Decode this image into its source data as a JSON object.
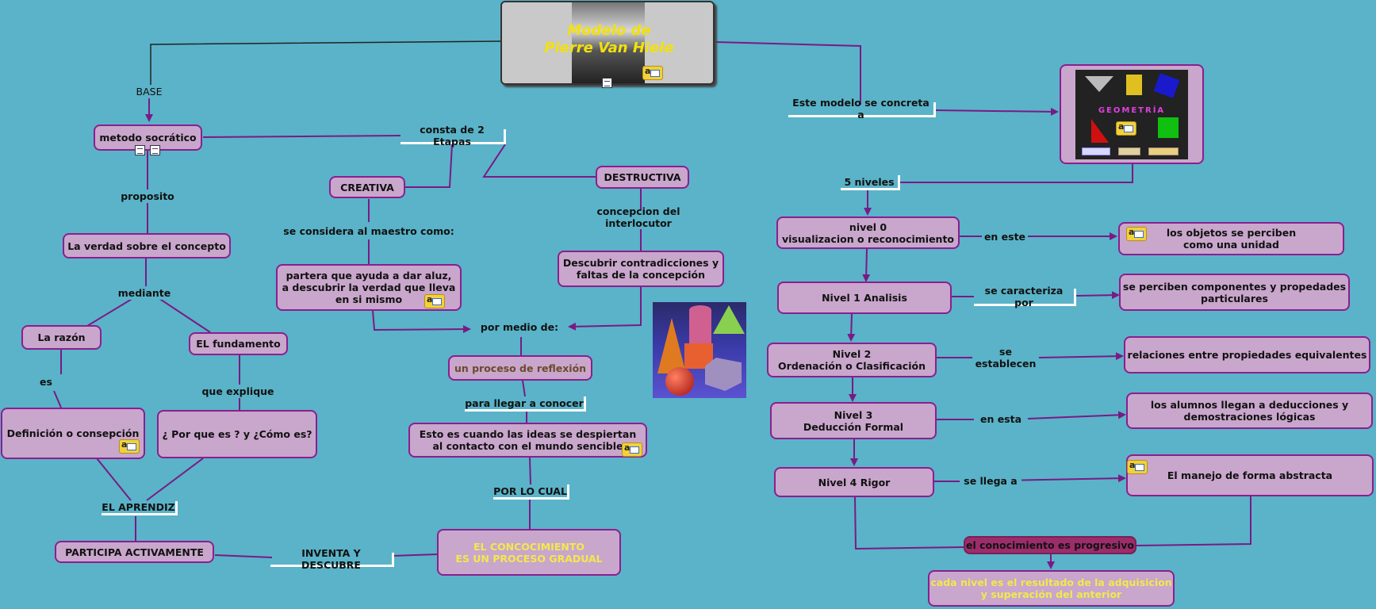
{
  "title": {
    "line1": "Modelo de",
    "line2": "Pierre Van Hiele"
  },
  "geometry_image": {
    "title": "GEOMETRÍA",
    "buttons": [
      "",
      "",
      ""
    ]
  },
  "colors": {
    "background": "#5ab3c8",
    "node_fill": "#c9a6cc",
    "node_border": "#8a1f8f",
    "link": "#7a1a86",
    "highlight_text": "#f3e94a"
  },
  "left": {
    "base_label": "BASE",
    "metodo": "metodo socrático",
    "proposito": "proposito",
    "verdad": "La verdad sobre el concepto",
    "mediante": "mediante",
    "razon": "La razón",
    "fundamento": "EL fundamento",
    "es": "es",
    "que_explique": "que explique",
    "definicion": "Definición o consepción",
    "porque": "¿ Por que es ? y ¿Cómo es?",
    "aprendiz": "EL APRENDIZ",
    "participa": "PARTICIPA ACTIVAMENTE",
    "inventa": "INVENTA Y DESCUBRE"
  },
  "middle": {
    "consta": "consta de 2 Etapas",
    "creativa": "CREATIVA",
    "destructiva": "DESTRUCTIVA",
    "se_considera": "se considera  al maestro como:",
    "concepcion": "concepcion del interlocutor",
    "partera": "partera que ayuda a dar aluz,\na descubrir la verdad que lleva\nen si mismo",
    "descubrir": "Descubrir contradicciones  y\nfaltas de la concepción",
    "por_medio": "por  medio de:",
    "proceso": "un proceso de reflexión",
    "para_llegar": "para llegar a conocer",
    "esto_es": "Esto es cuando las ideas se despiertan\nal contacto con el mundo sencible",
    "por_lo_cual": "POR LO CUAL",
    "conocimiento": "EL CONCOCIMIENTO\nES UN PROCESO GRADUAL"
  },
  "right": {
    "concreta": "Este modelo se concreta a",
    "niveles": "5 niveles",
    "nivel0": "nivel  0\nvisualizacion o reconocimiento",
    "en_este": "en este",
    "objetos": "los objetos se perciben\ncomo una unidad",
    "nivel1": "Nivel  1  Analisis",
    "caracteriza": "se caracteriza por",
    "componentes": "se perciben componentes y propedades\nparticulares",
    "nivel2": "Nivel 2\nOrdenación o Clasificación",
    "establecen": "se establecen",
    "relaciones": "relaciones entre propiedades equivalentes",
    "nivel3": "Nivel 3\nDeducción Formal",
    "en_esta": "en esta",
    "alumnos": "los alumnos llegan a deducciones y\ndemostraciones lógicas",
    "nivel4": "Nivel 4  Rigor",
    "llega_a": "se llega a",
    "abstracta": "El manejo de forma abstracta",
    "progresivo": "el conocimiento es progresivo",
    "cada_nivel": "cada nivel es el resultado de  la adquisicion\ny superación del anterior"
  }
}
